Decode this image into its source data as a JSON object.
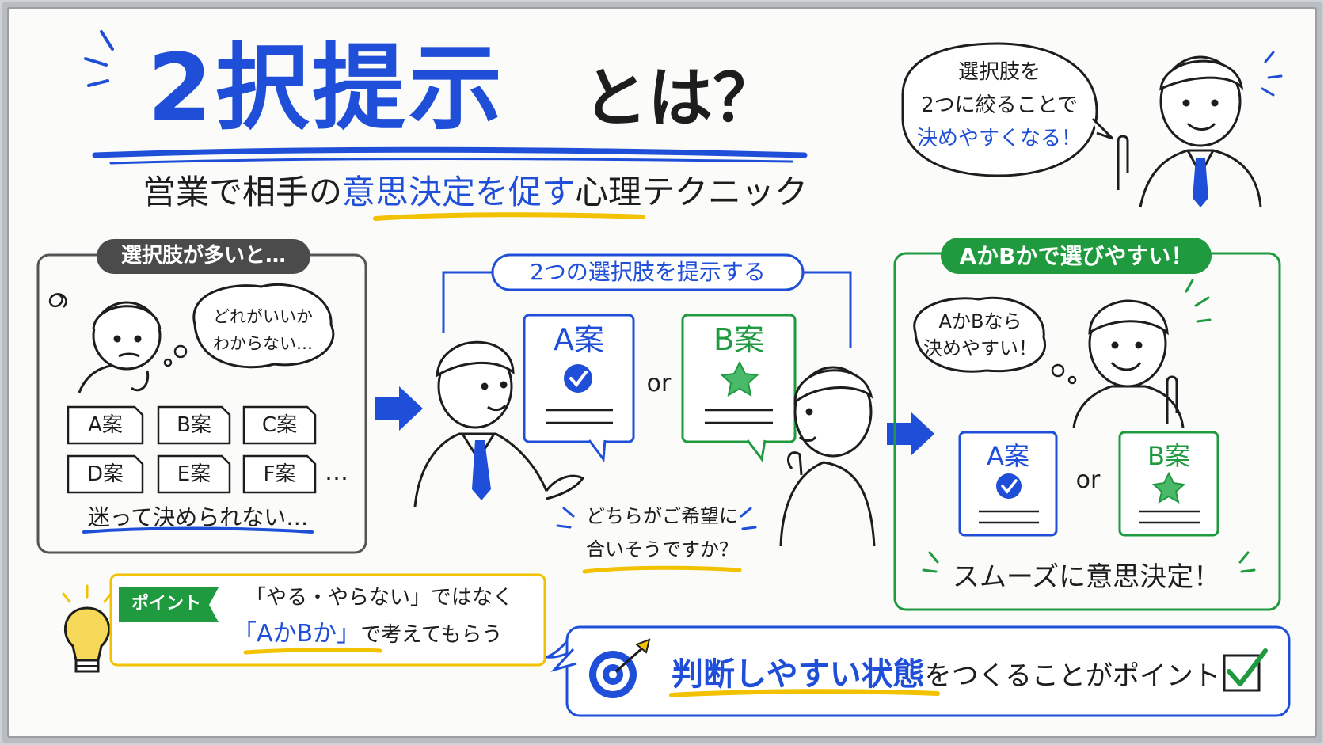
{
  "title": {
    "main": "2択提示",
    "suffix": "とは？",
    "subtitle_pre": "営業で相手の",
    "subtitle_highlight": "意思決定を促す",
    "subtitle_post": "心理テクニック"
  },
  "presenter_bubble": {
    "line1": "選択肢を",
    "line2": "2つに絞ることで",
    "line3": "決めやすくなる！"
  },
  "left_panel": {
    "header": "選択肢が多いと…",
    "thought_line1": "どれがいいか",
    "thought_line2": "わからない…",
    "options": [
      "A案",
      "B案",
      "C案",
      "D案",
      "E案",
      "F案"
    ],
    "more": "…",
    "caption": "迷って決められない…"
  },
  "middle_panel": {
    "header": "2つの選択肢を提示する",
    "card_a": "A案",
    "card_b": "B案",
    "or": "or",
    "question_line1": "どちらがご希望に",
    "question_line2": "合いそうですか？"
  },
  "right_panel": {
    "header": "AかBかで選びやすい！",
    "thought_line1": "AかBなら",
    "thought_line2": "決めやすい！",
    "card_a": "A案",
    "card_b": "B案",
    "or": "or",
    "caption": "スムーズに意思決定！"
  },
  "point_box": {
    "tag": "ポイント",
    "line1": "「やる・やらない」ではなく",
    "line2_highlight": "「AかBか」",
    "line2_post": "で考えてもらう"
  },
  "summary": {
    "highlight": "判断しやすい状態",
    "rest": "をつくることがポイント"
  },
  "colors": {
    "blue": "#1f4fd8",
    "green": "#1f9a3f",
    "yellow": "#f2c200",
    "ink": "#1d1d1d"
  }
}
